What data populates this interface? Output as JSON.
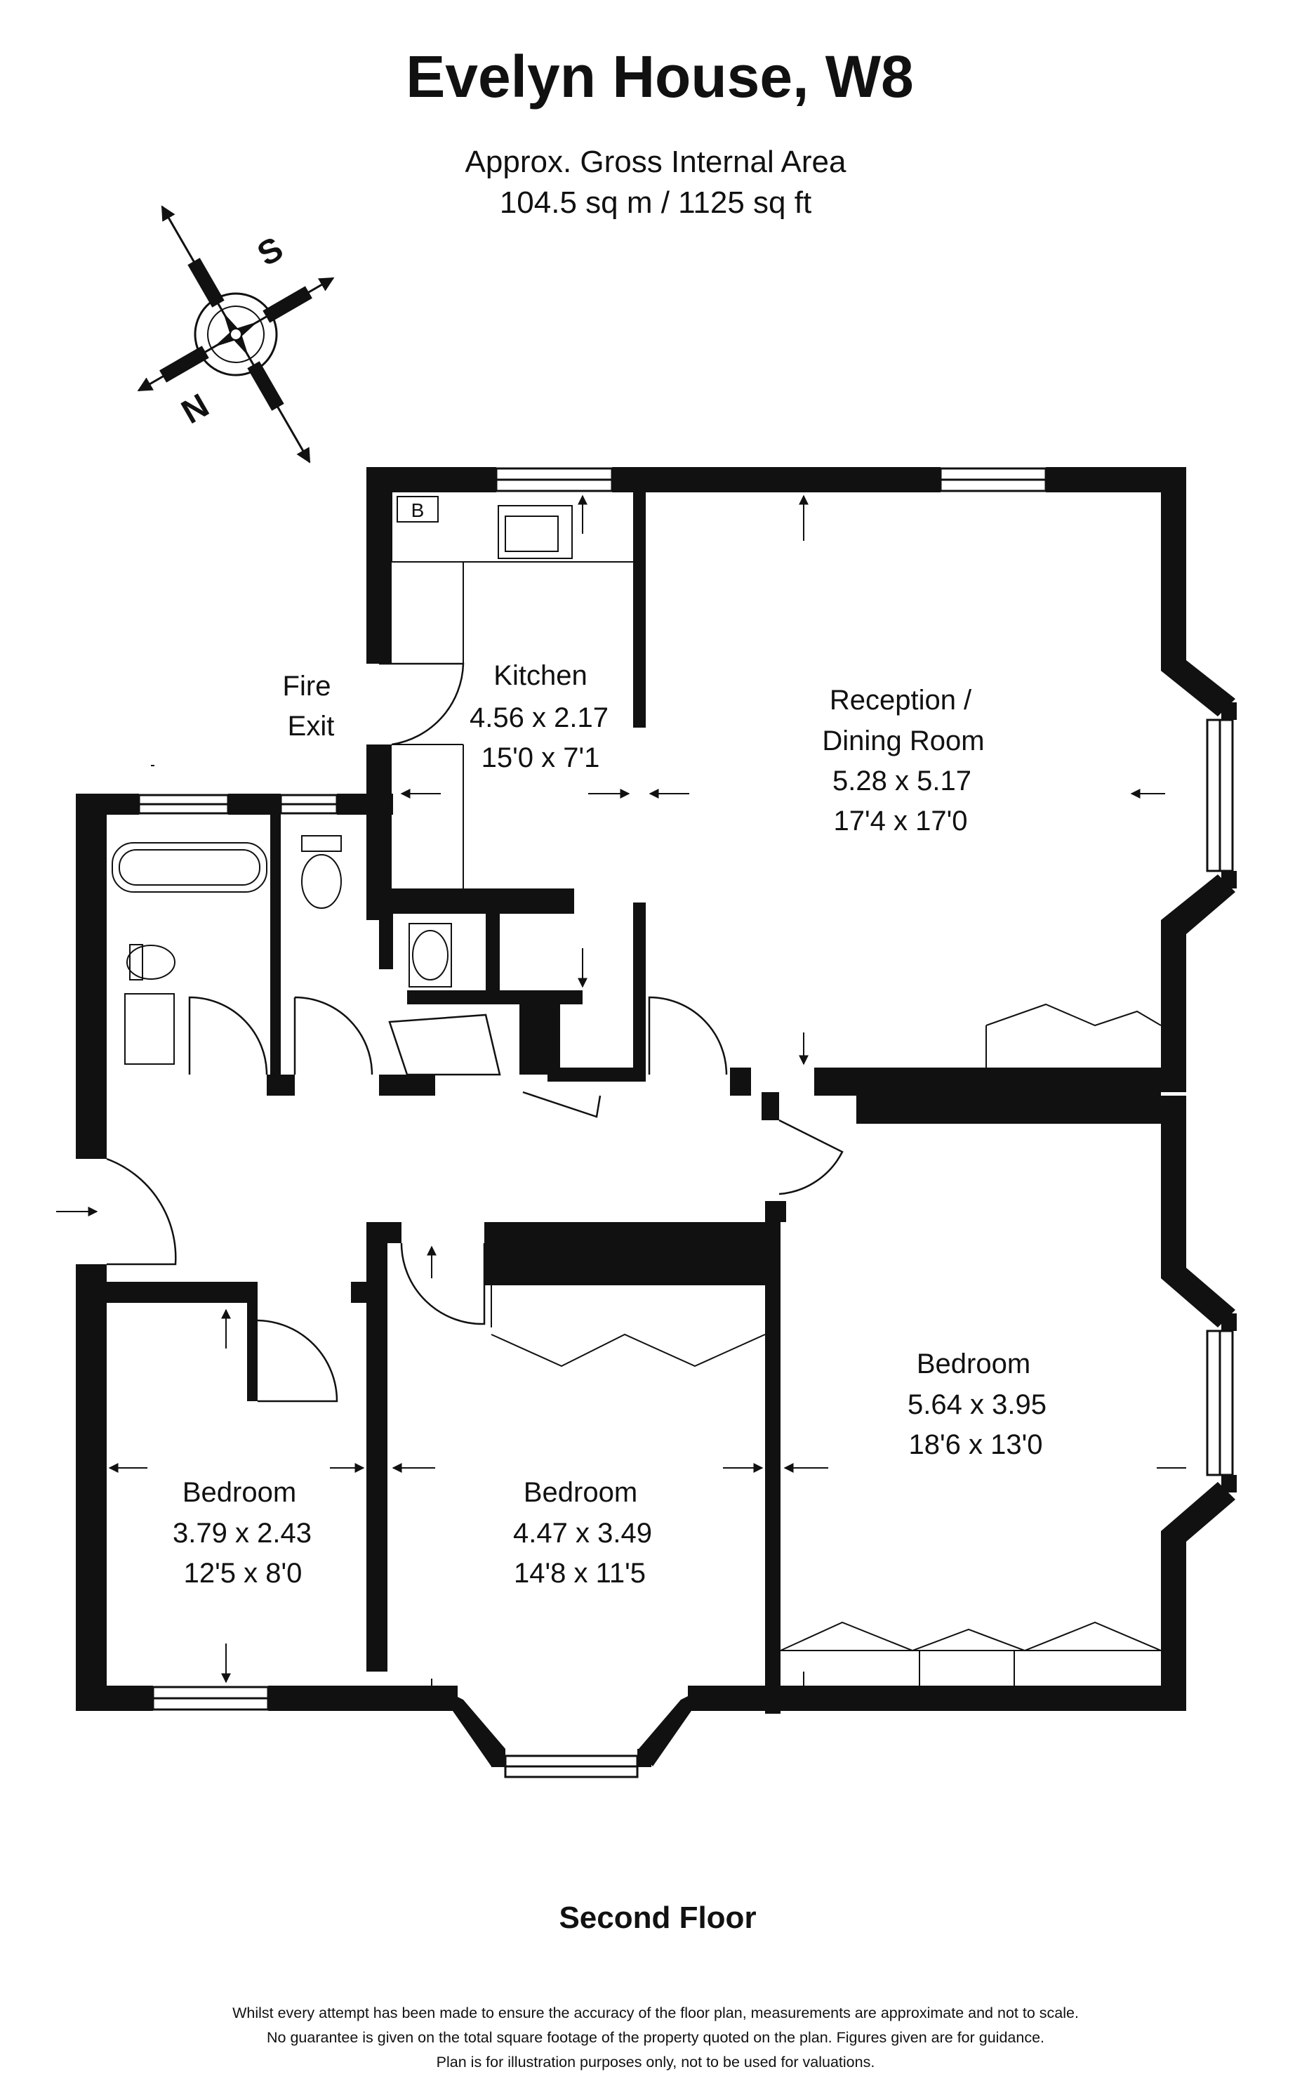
{
  "header": {
    "title": "Evelyn House, W8",
    "area_label": "Approx. Gross Internal Area",
    "area_value": "104.5 sq m / 1125 sq ft"
  },
  "compass": {
    "north": "N",
    "south": "S"
  },
  "rooms": {
    "kitchen": {
      "name": "Kitchen",
      "metric": "4.56 x 2.17",
      "imperial": "15'0 x 7'1"
    },
    "reception": {
      "name_line1": "Reception /",
      "name_line2": "Dining Room",
      "metric": "5.28 x 5.17",
      "imperial": "17'4 x 17'0"
    },
    "bedroom_right": {
      "name": "Bedroom",
      "metric": "5.64 x 3.95",
      "imperial": "18'6 x 13'0"
    },
    "bedroom_middle": {
      "name": "Bedroom",
      "metric": "4.47 x 3.49",
      "imperial": "14'8 x 11'5"
    },
    "bedroom_left": {
      "name": "Bedroom",
      "metric": "3.79 x 2.43",
      "imperial": "12'5 x 8'0"
    }
  },
  "labels": {
    "fire_exit_line1": "Fire",
    "fire_exit_line2": "Exit",
    "boiler": "B"
  },
  "floor_label": "Second Floor",
  "disclaimer": {
    "line1": "Whilst every attempt has been made to ensure the accuracy of the floor plan, measurements are approximate and not to scale.",
    "line2": "No guarantee is given on the total square footage of the property quoted on the plan. Figures given are for guidance.",
    "line3": "Plan is for illustration purposes only, not to be used for valuations."
  }
}
